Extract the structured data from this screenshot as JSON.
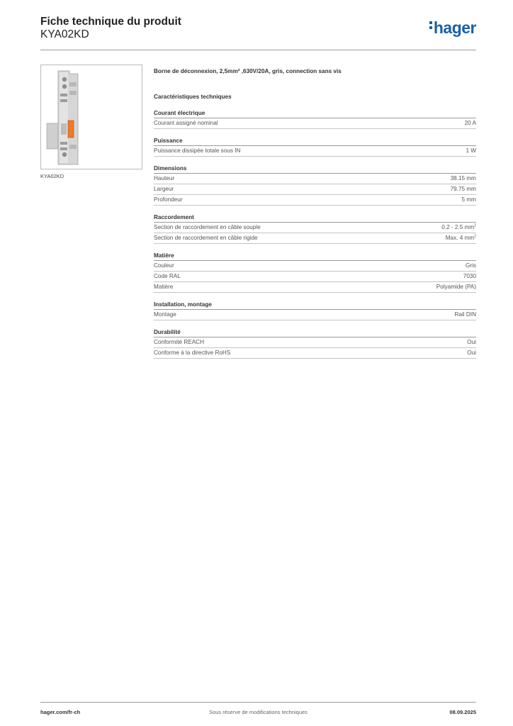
{
  "header": {
    "title": "Fiche technique du produit",
    "code": "KYA02KD",
    "logo_text": "hager",
    "logo_color": "#1c5fa9"
  },
  "photo": {
    "caption": "KYA02KD",
    "accent_color": "#f07a2a"
  },
  "product_description": "Borne de déconnexion, 2,5mm² ,630V/20A, gris, connection sans vis",
  "tech_title": "Caractéristiques techniques",
  "sections": [
    {
      "title": "Courant électrique",
      "rows": [
        {
          "label": "Courant assigné nominal",
          "value": "20 A"
        }
      ]
    },
    {
      "title": "Puissance",
      "rows": [
        {
          "label": "Puissance dissipée totale sous IN",
          "value": "1 W"
        }
      ]
    },
    {
      "title": "Dimensions",
      "rows": [
        {
          "label": "Hauteur",
          "value": "38.15 mm"
        },
        {
          "label": "Largeur",
          "value": "79.75 mm"
        },
        {
          "label": "Profondeur",
          "value": "5 mm"
        }
      ]
    },
    {
      "title": "Raccordement",
      "rows": [
        {
          "label": "Section de raccordement en câble souple",
          "value": "0.2 - 2.5 mm",
          "unit_sup": "2"
        },
        {
          "label": "Section de raccordement en câble rigide",
          "value": "Max. 4 mm",
          "unit_sup": "2"
        }
      ]
    },
    {
      "title": "Matière",
      "rows": [
        {
          "label": "Couleur",
          "value": "Gris"
        },
        {
          "label": "Code RAL",
          "value": "7030"
        },
        {
          "label": "Matière",
          "value": "Polyamide (PA)"
        }
      ]
    },
    {
      "title": "Installation, montage",
      "rows": [
        {
          "label": "Montage",
          "value": "Rail DIN"
        }
      ]
    },
    {
      "title": "Durabilité",
      "rows": [
        {
          "label": "Conformité REACH",
          "value": "Oui"
        },
        {
          "label": "Conforme à la directive RoHS",
          "value": "Oui"
        }
      ]
    }
  ],
  "footer": {
    "left": "hager.com/fr-ch",
    "middle": "Sous réserve de modifications techniques",
    "right": "08.09.2025"
  }
}
